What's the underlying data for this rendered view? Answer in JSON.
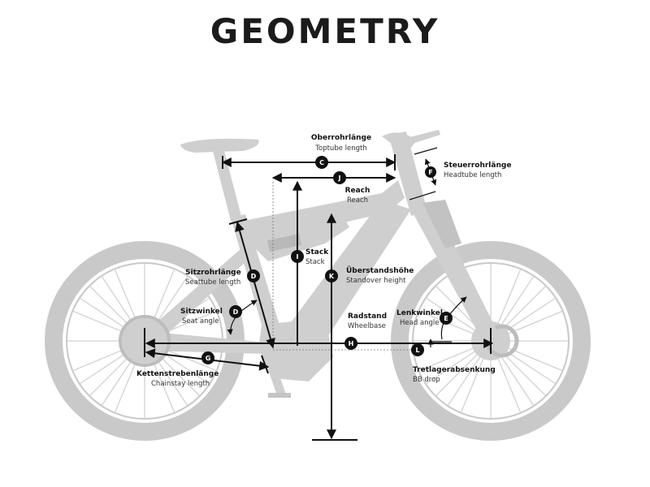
{
  "title": "GEOMETRY",
  "dimensions": [
    {
      "letter": "C",
      "label_de": "Oberrohrlänge",
      "label_en": "Toptube length"
    },
    {
      "letter": "J",
      "label_de": "Reach",
      "label_en": "Reach"
    },
    {
      "letter": "F",
      "label_de": "Steuerrohrlänge",
      "label_en": "Headtube length"
    },
    {
      "letter": "I",
      "label_de": "Stack",
      "label_en": "Stack"
    },
    {
      "letter": "K",
      "label_de": "Überstandshöhe",
      "label_en": "Standover height"
    },
    {
      "letter": "D",
      "label_de": "Sitzrohrlänge",
      "label_en": "Seattube length"
    },
    {
      "letter": "D",
      "label_de": "Sitzwinkel",
      "label_en": "Seat angle"
    },
    {
      "letter": "H",
      "label_de": "Radstand",
      "label_en": "Wheelbase"
    },
    {
      "letter": "E",
      "label_de": "Lenkwinkel",
      "label_en": "Head angle"
    },
    {
      "letter": "G",
      "label_de": "Kettenstrebenlänge",
      "label_en": "Chainstay length"
    },
    {
      "letter": "L",
      "label_de": "Tretlagerabsenkung",
      "label_en": "BB drop"
    }
  ]
}
